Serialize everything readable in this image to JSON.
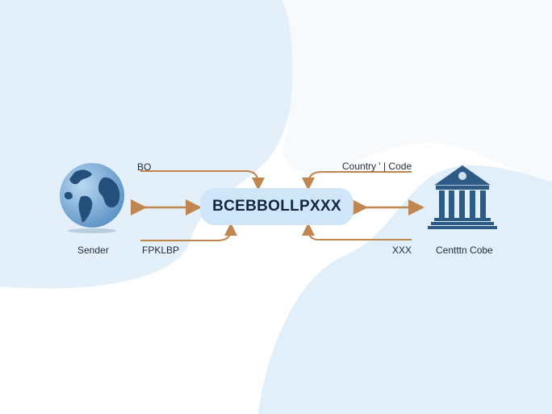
{
  "diagram": {
    "center_code": "BCEBBOLLPXXX",
    "sender": {
      "label": "Sender",
      "icon": "globe-icon"
    },
    "receiver": {
      "label": "Centttn Cobe",
      "icon": "bank-building-icon"
    },
    "annotations": {
      "top_left": "BO",
      "bottom_left": "FPKLBP",
      "top_right": "Country ' | Code",
      "bottom_right": "XXX"
    }
  },
  "colors": {
    "arrow": "#c0864f",
    "pill_fill": "#cfe6f8",
    "icon_blue": "#2e5a86",
    "background_blob": "#e4f1fb",
    "text": "#1c2a3a"
  }
}
